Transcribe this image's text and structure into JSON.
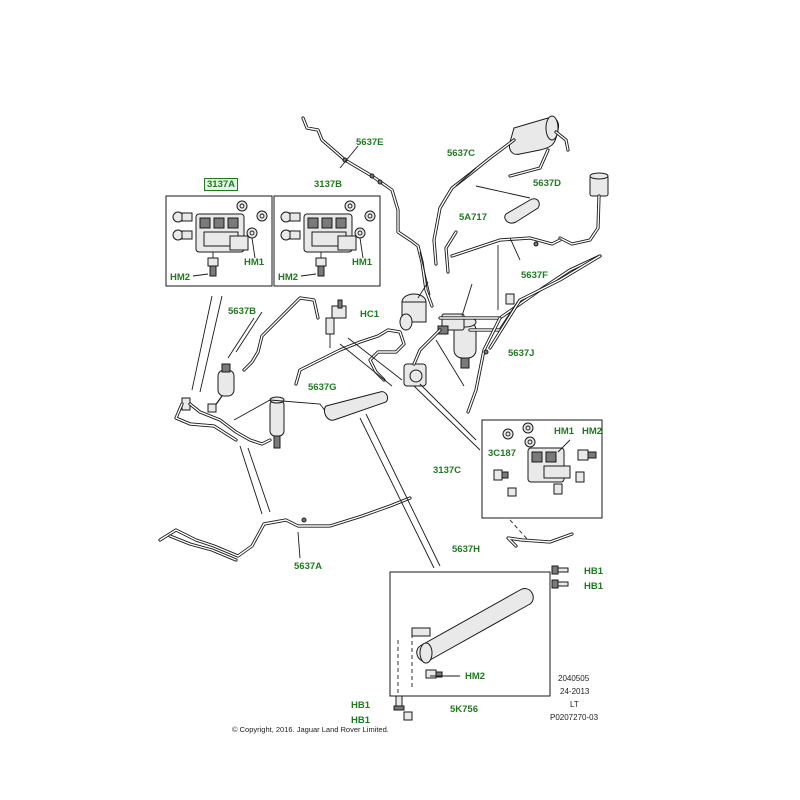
{
  "labels": {
    "p3137A": "3137A",
    "p3137B": "3137B",
    "hm1_a": "HM1",
    "hm2_a": "HM2",
    "hm1_b": "HM1",
    "hm2_b": "HM2",
    "p5637E": "5637E",
    "p5637C": "5637C",
    "p5637D": "5637D",
    "p5A717": "5A717",
    "p5637F": "5637F",
    "p5637B": "5637B",
    "hc1": "HC1",
    "p5637G": "5637G",
    "p5637J": "5637J",
    "hm1_c": "HM1",
    "hm2_c": "HM2",
    "p3C187": "3C187",
    "p3137C": "3137C",
    "p5637H": "5637H",
    "p5637A": "5637A",
    "hb1_a": "HB1",
    "hb1_b": "HB1",
    "hm2_d": "HM2",
    "hb1_c": "HB1",
    "hb1_d": "HB1",
    "p5K756": "5K756"
  },
  "reference": {
    "code": "2040505",
    "date": "24-2013",
    "side": "LT",
    "doc": "P0207270-03"
  },
  "copyright": "© Copyright, 2016. Jaguar Land Rover Limited.",
  "colors": {
    "label": "#1f7a1f",
    "line": "#1a1a1a",
    "highlight_bg": "#e6f2e6"
  }
}
